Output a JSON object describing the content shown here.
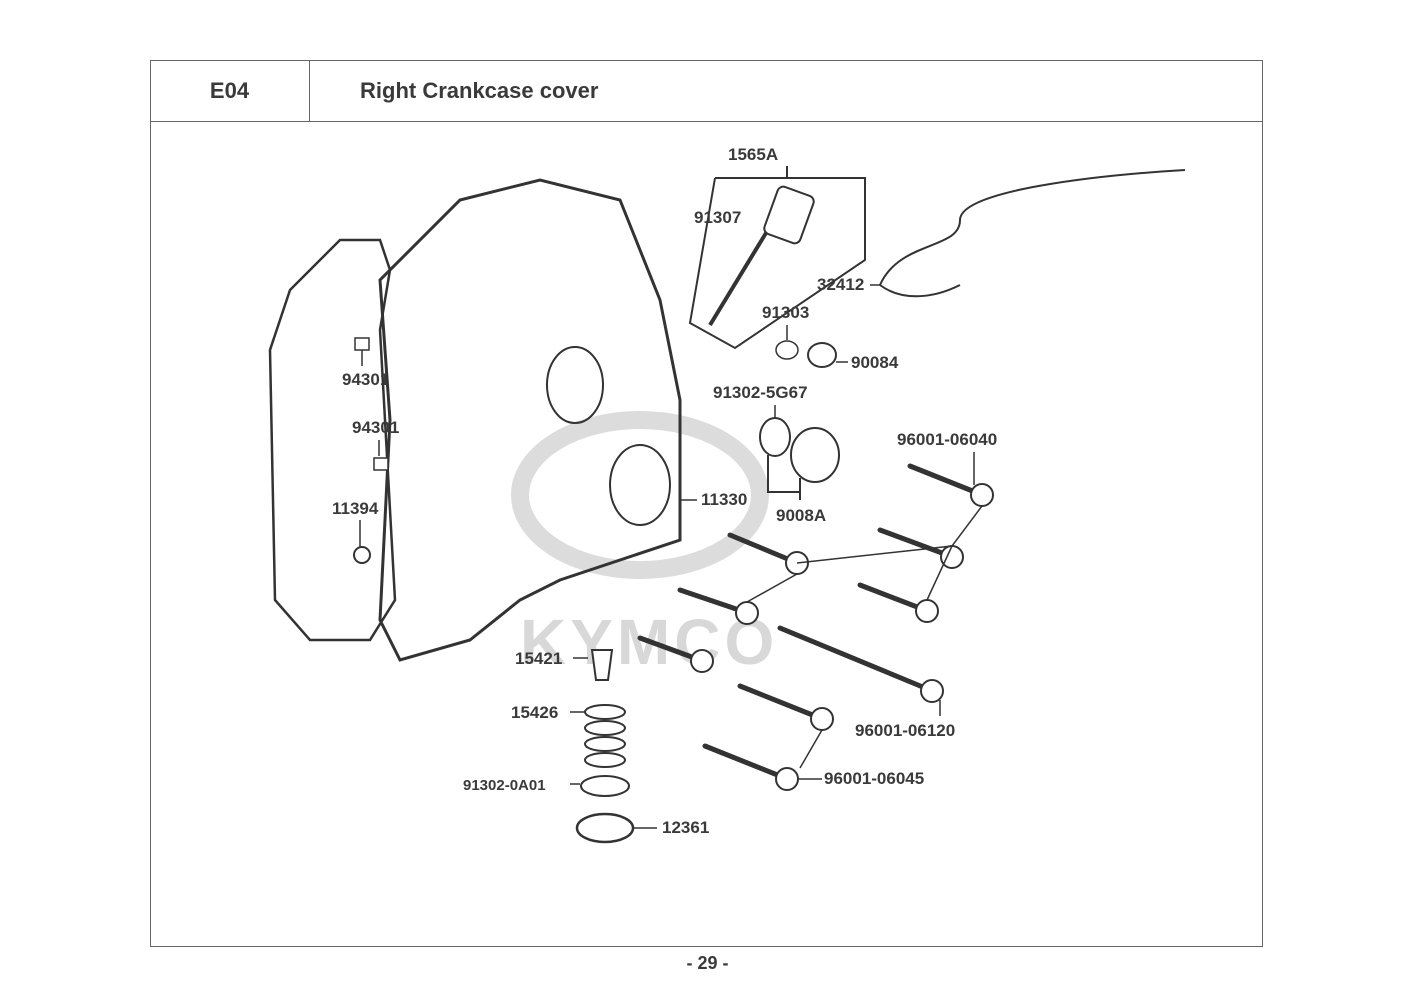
{
  "header": {
    "section_code": "E04",
    "title": "Right Crankcase cover"
  },
  "watermark": "KYMCO",
  "parts": {
    "p1565A": "1565A",
    "p91307": "91307",
    "p32412": "32412",
    "p91303": "91303",
    "p90084": "90084",
    "p91302_5G67": "91302-5G67",
    "p96001_06040": "96001-06040",
    "p94301_a": "94301",
    "p94301_b": "94301",
    "p11330": "11330",
    "p9008A": "9008A",
    "p11394": "11394",
    "p15421": "15421",
    "p15426": "15426",
    "p91302_0A01": "91302-0A01",
    "p12361": "12361",
    "p96001_06120": "96001-06120",
    "p96001_06045": "96001-06045"
  },
  "footer": {
    "page_number": "- 29 -"
  }
}
